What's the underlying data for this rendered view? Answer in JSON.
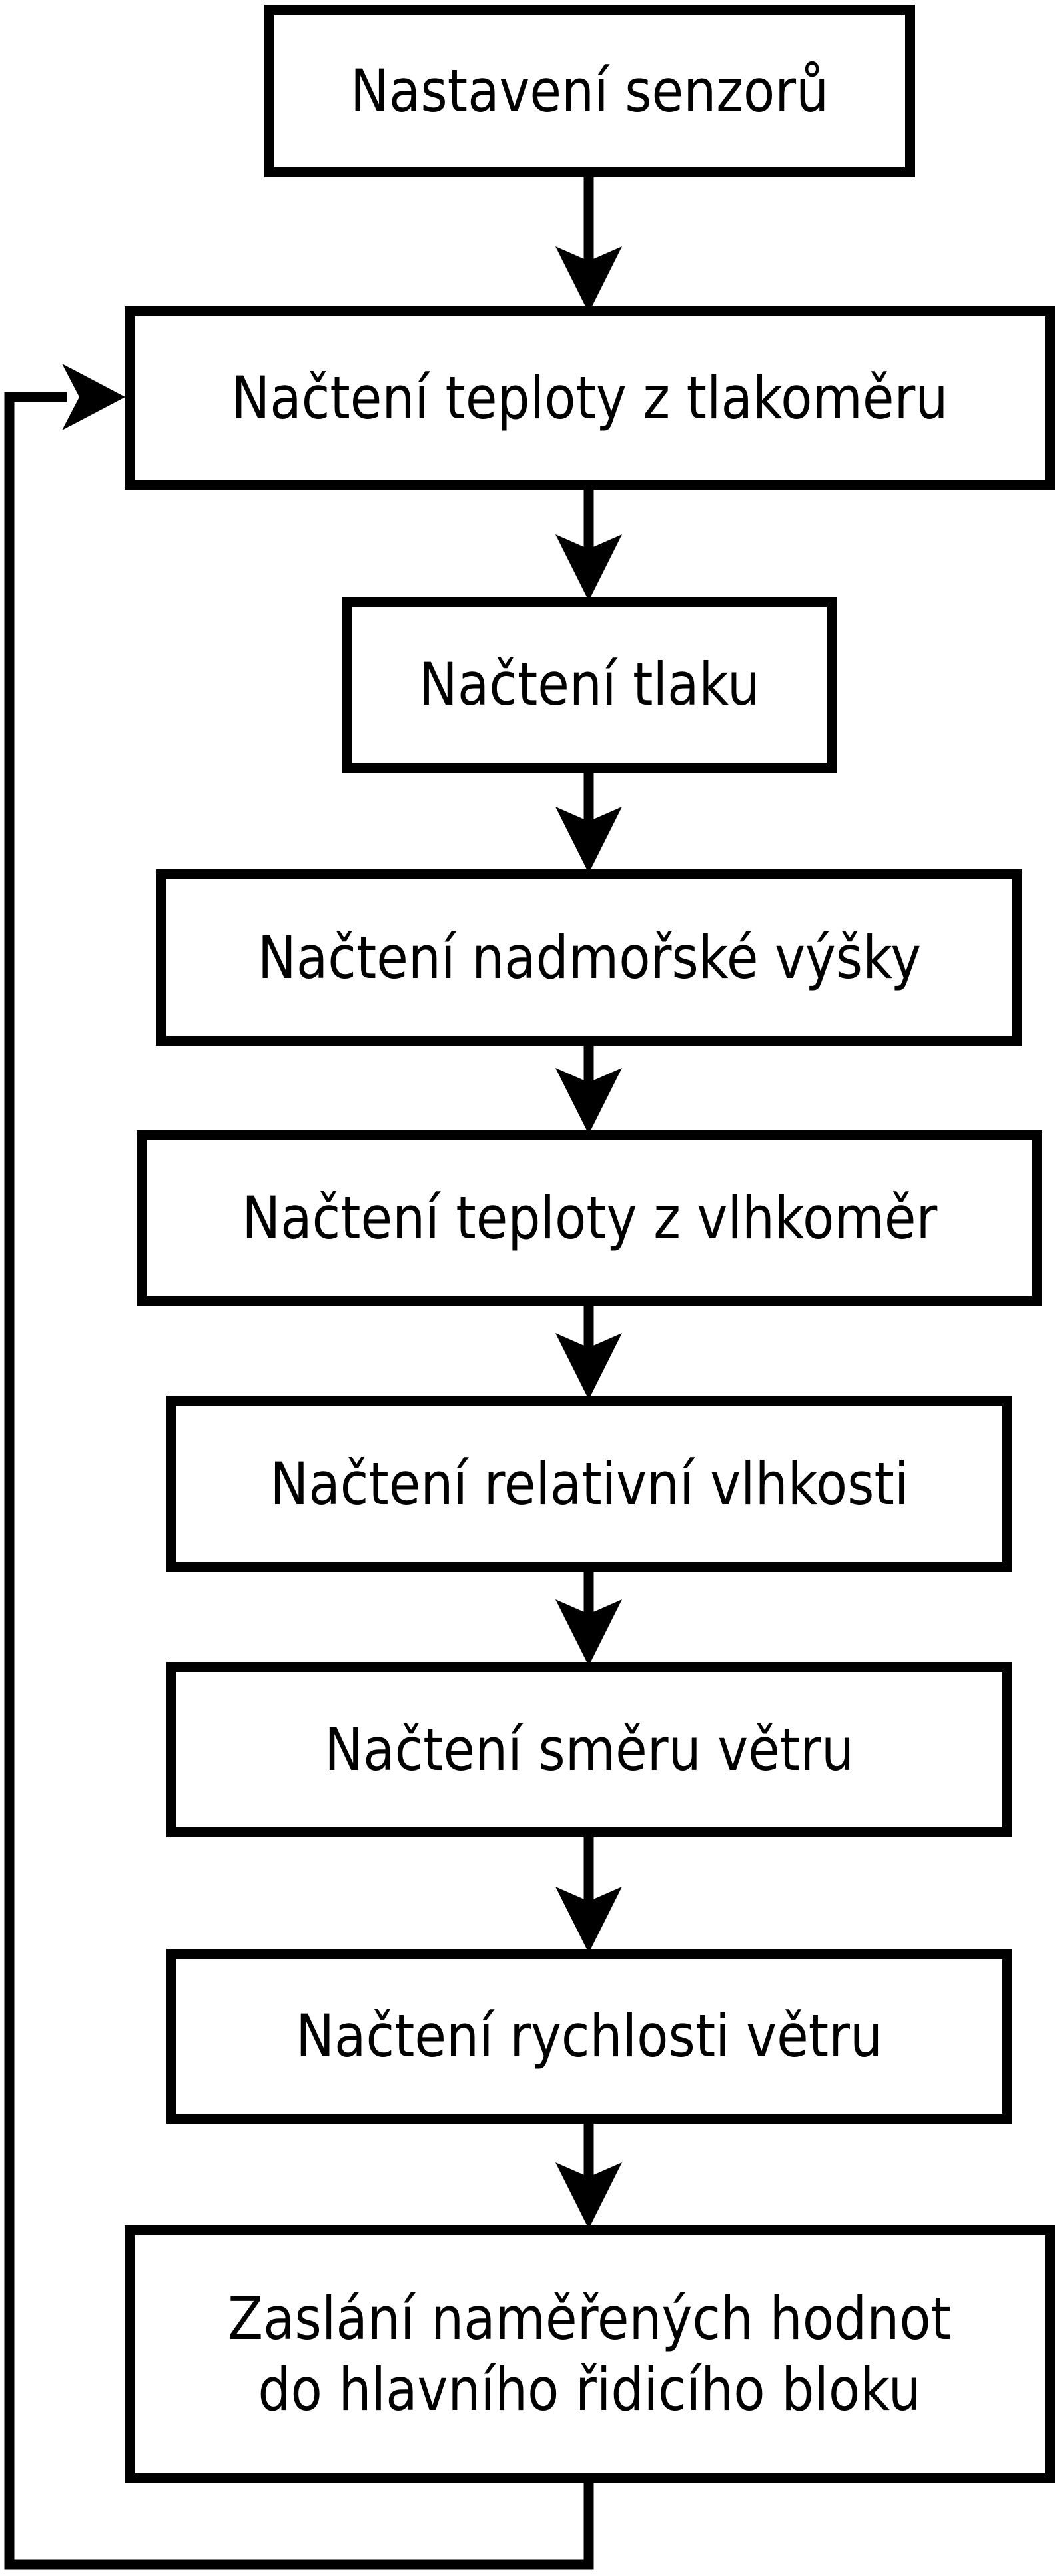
{
  "diagram": {
    "type": "flowchart",
    "background_color": "#ffffff",
    "line_color": "#000000",
    "nodes": [
      {
        "id": "n1",
        "label": "Nastavení senzorů",
        "lines": [
          "Nastavení senzorů"
        ]
      },
      {
        "id": "n2",
        "label": "Načtení teploty z tlakoměru",
        "lines": [
          "Načtení teploty z tlakoměru"
        ]
      },
      {
        "id": "n3",
        "label": "Načtení tlaku",
        "lines": [
          "Načtení tlaku"
        ]
      },
      {
        "id": "n4",
        "label": "Načtení nadmořské výšky",
        "lines": [
          "Načtení nadmořské výšky"
        ]
      },
      {
        "id": "n5",
        "label": "Načtení teploty z vlhkoměr",
        "lines": [
          "Načtení teploty z vlhkoměr"
        ]
      },
      {
        "id": "n6",
        "label": "Načtení relativní vlhkosti",
        "lines": [
          "Načtení relativní vlhkosti"
        ]
      },
      {
        "id": "n7",
        "label": "Načtení směru větru",
        "lines": [
          "Načtení směru větru"
        ]
      },
      {
        "id": "n8",
        "label": "Načtení rychlosti větru",
        "lines": [
          "Načtení rychlosti větru"
        ]
      },
      {
        "id": "n9",
        "label": "Zaslání naměřených hodnot do hlavního řidicího bloku",
        "lines": [
          "Zaslání naměřených hodnot",
          "do hlavního řidicího bloku"
        ]
      }
    ],
    "edges": [
      {
        "from": "n1",
        "to": "n2",
        "type": "arrow"
      },
      {
        "from": "n2",
        "to": "n3",
        "type": "arrow"
      },
      {
        "from": "n3",
        "to": "n4",
        "type": "arrow"
      },
      {
        "from": "n4",
        "to": "n5",
        "type": "arrow"
      },
      {
        "from": "n5",
        "to": "n6",
        "type": "arrow"
      },
      {
        "from": "n6",
        "to": "n7",
        "type": "arrow"
      },
      {
        "from": "n7",
        "to": "n8",
        "type": "arrow"
      },
      {
        "from": "n8",
        "to": "n9",
        "type": "arrow"
      },
      {
        "from": "n9",
        "to": "n2",
        "type": "loop-back-arrow"
      }
    ]
  }
}
